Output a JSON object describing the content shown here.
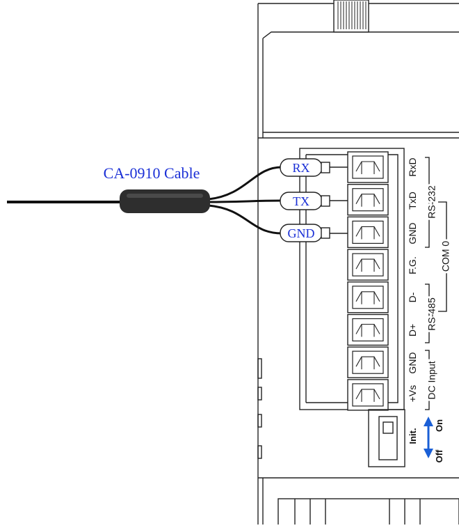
{
  "cable": {
    "title": "CA-0910 Cable",
    "wires": [
      "RX",
      "TX",
      "GND"
    ],
    "label_color": "#1a2fd6"
  },
  "terminals": {
    "pins": [
      "RxD",
      "TxD",
      "GND",
      "F.G.",
      "D-",
      "D+",
      "GND",
      "+Vs"
    ],
    "groups": {
      "rs232": "RS-232",
      "rs485": "RS-485",
      "com0": "COM 0",
      "dc_input": "DC Input"
    }
  },
  "switch": {
    "init_label": "Init.",
    "on_label": "On",
    "off_label": "Off",
    "arrow_color": "#1a5fd6"
  }
}
